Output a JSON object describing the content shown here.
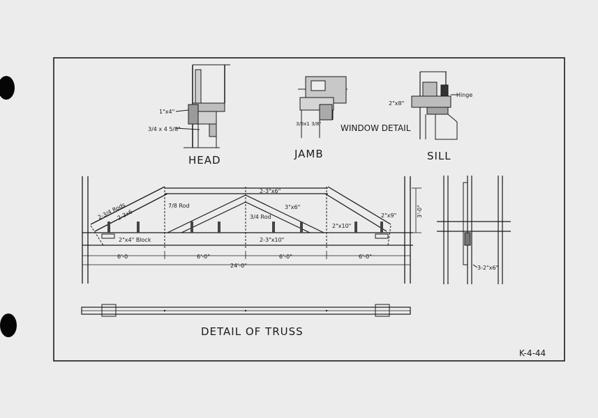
{
  "labels": {
    "head": "HEAD",
    "jamb": "JAMB",
    "sill": "SILL",
    "window_detail": "WINDOW DETAIL",
    "detail_of_truss": "DETAIL OF TRUSS",
    "sheet_number": "K-4-44",
    "head_note_1": "1\"x4\"",
    "head_note_2": "3/4 x 4 5/8\"",
    "jamb_note": "3/8x1 3/8\"",
    "sill_note_1": "2\"x8\"",
    "sill_note_2": "Hinge",
    "rods_note": "2-3/4 Rods",
    "chord_note_left": "2-3x6",
    "rod_note_1": "7/8 Rod",
    "top_chord_note": "2-3\"x6\"",
    "web_note": "3\"x6\"",
    "rod_note_2": "3/4 Rod",
    "block_note": "2\"x4\" Block",
    "bottom_chord_note": "2-3\"x10\"",
    "web_note_2": "2\"x10\"",
    "end_note": "2\"x9\"",
    "height_dim": "3'-0\"",
    "panel_1": "6'-0",
    "panel_2": "6'-0\"",
    "panel_3": "6'-0\"",
    "panel_4": "6'-0\"",
    "overall_dim": "24'-0\"",
    "side_note": "3-2\"x6\""
  }
}
